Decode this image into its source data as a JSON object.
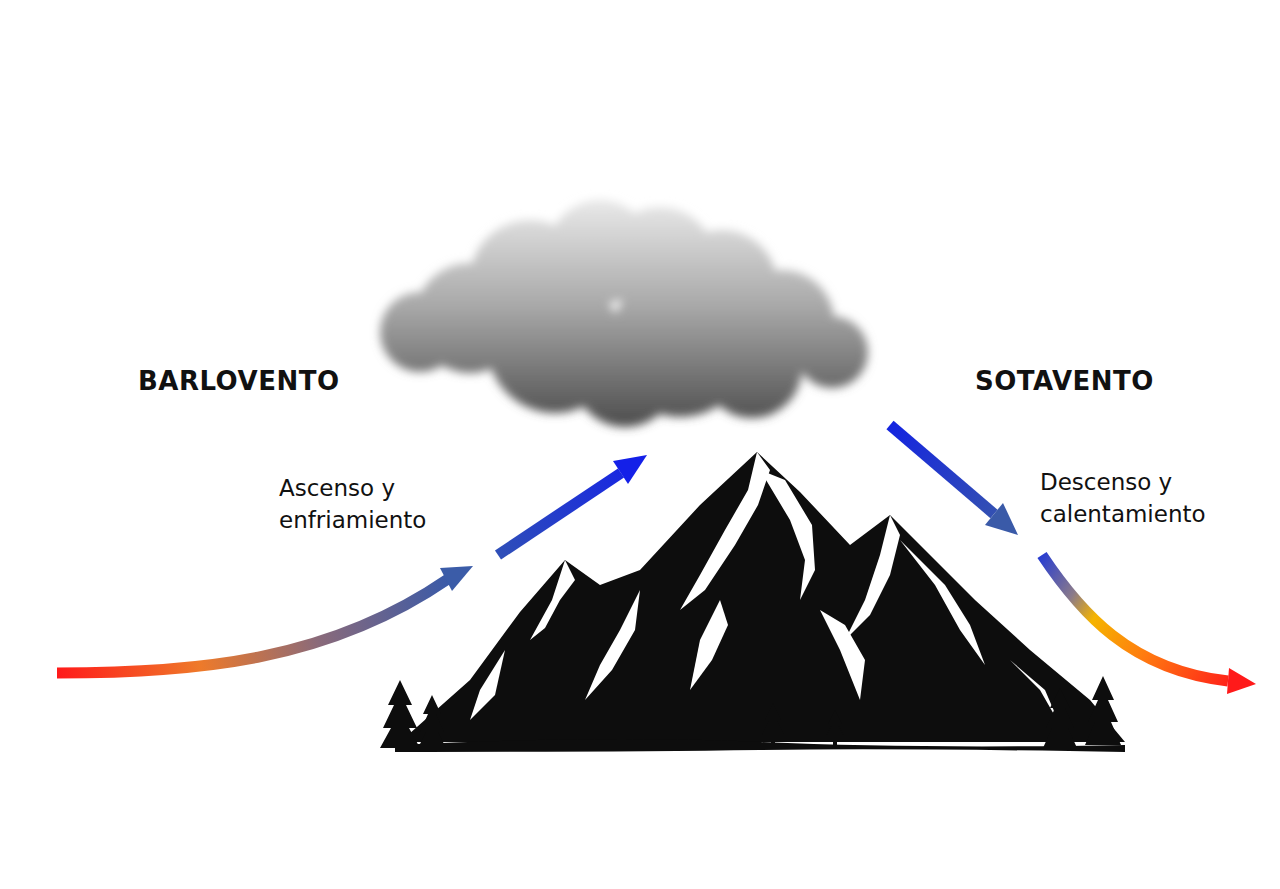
{
  "diagram": {
    "labels": [
      "BARLOVENTO",
      "Ascenso y enfriamiento",
      "SOTAVENTO",
      "Descenso y calentamiento"
    ]
  }
}
